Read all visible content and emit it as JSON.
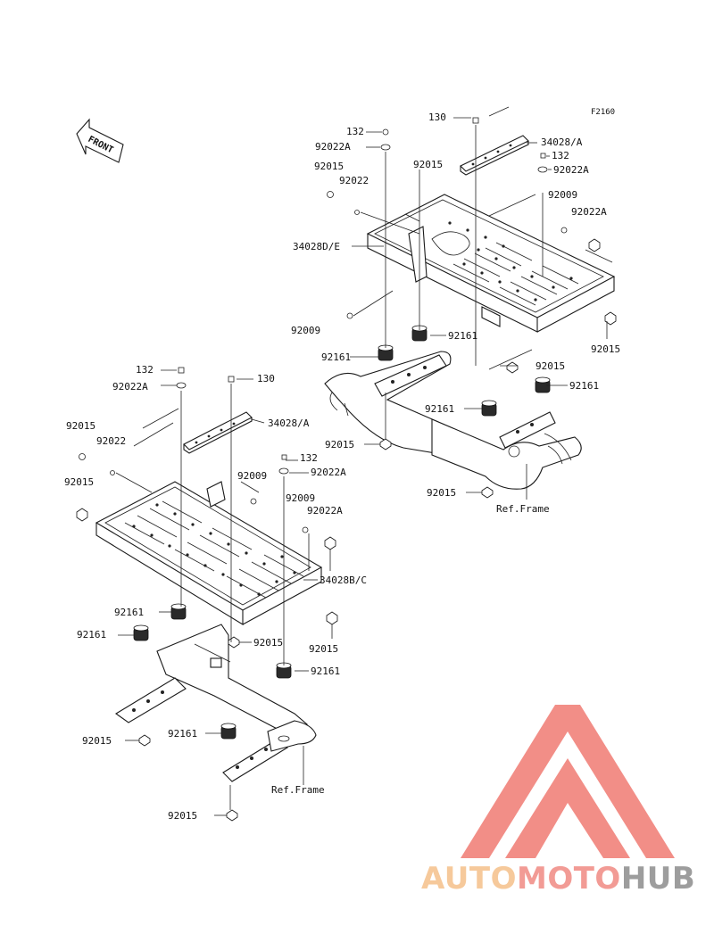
{
  "diagram_code": "F2160",
  "front_label": "FRONT",
  "labels": {
    "r_132_top": "132",
    "r_92022a_top": "92022A",
    "r_92015_a": "92015",
    "r_92022": "92022",
    "r_34028de": "34028D/E",
    "r_130": "130",
    "r_34028a": "34028/A",
    "r_132_b": "132",
    "r_92015_b": "92015",
    "r_92022a_b": "92022A",
    "r_92009_a": "92009",
    "r_92022a_c": "92022A",
    "r_92009_b": "92009",
    "r_92161_a": "92161",
    "r_92161_b": "92161",
    "r_92015_c": "92015",
    "r_92015_d": "92015",
    "r_92161_c": "92161",
    "r_92161_d": "92161",
    "r_92015_e": "92015",
    "r_92015_f": "92015",
    "r_ref_frame_r": "Ref.Frame",
    "l_132": "132",
    "l_92022a": "92022A",
    "l_130": "130",
    "l_92015_a": "92015",
    "l_34028a": "34028/A",
    "l_92022": "92022",
    "l_92015_b": "92015",
    "l_92009_a": "92009",
    "l_132_b": "132",
    "l_92022a_b": "92022A",
    "l_92009_b": "92009",
    "l_92022a_c": "92022A",
    "l_34028bc": "34028B/C",
    "l_92161_a": "92161",
    "l_92161_b": "92161",
    "l_92015_c": "92015",
    "l_92015_d": "92015",
    "l_92161_c": "92161",
    "l_92015_e": "92015",
    "l_92161_d": "92161",
    "l_ref_frame": "Ref.Frame",
    "l_92015_f": "92015"
  },
  "watermark": {
    "part1": "AUTO",
    "part2": "MOTO",
    "part3": "HUB",
    "colors": {
      "auto": "#f5c08a",
      "moto": "#f08a83",
      "hub": "#8c8c8c",
      "triangle": "#f07b73"
    }
  }
}
